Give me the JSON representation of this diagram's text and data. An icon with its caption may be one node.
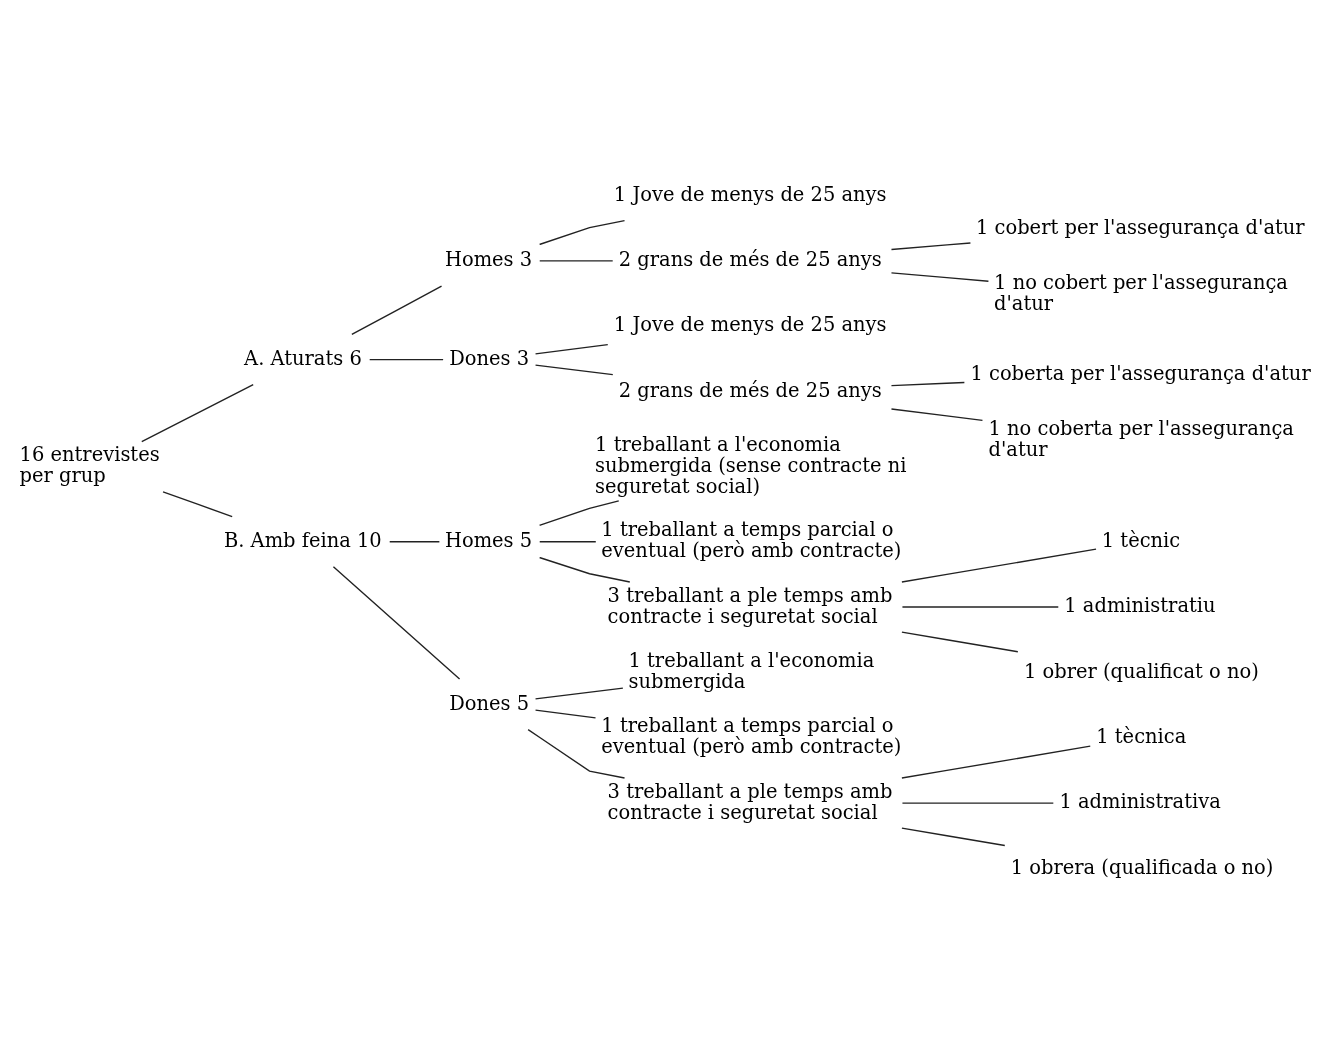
{
  "diagram": {
    "nodes": [
      {
        "text": [
          "16 entrevistes per grup"
        ]
      },
      {
        "text": [
          "A. Aturats 6"
        ]
      },
      {
        "text": [
          "Homes 3"
        ]
      },
      {
        "text": [
          "1 Jove de menys de 25 anys"
        ]
      },
      {
        "text": [
          "2 grans de més de 25 anys"
        ]
      },
      {
        "text": [
          "1 cobert per l'assegurança d'atur"
        ]
      },
      {
        "text": [
          "1 no cobert per l'assegurança d'atur"
        ]
      },
      {
        "text": [
          "Dones 3"
        ]
      },
      {
        "text": [
          "1 Jove de menys de 25 anys"
        ]
      },
      {
        "text": [
          "2 grans de més de 25 anys"
        ]
      },
      {
        "text": [
          "1 coberta per l'assegurança d'atur"
        ]
      },
      {
        "text": [
          "1 no coberta per l'assegurança d'atur"
        ]
      },
      {
        "text": [
          "B. Amb feina 10"
        ]
      },
      {
        "text": [
          "Homes 5"
        ]
      },
      {
        "text": [
          "1 treballant a l'economia submergida (sense contracte ni seguretat social)"
        ]
      },
      {
        "text": [
          "1 treballant a temps parcial o eventual (però amb contracte)"
        ]
      },
      {
        "text": [
          "3 treballant a ple temps amb contracte i seguretat social"
        ]
      },
      {
        "text": [
          "1 tècnic"
        ]
      },
      {
        "text": [
          "1 administratiu"
        ]
      },
      {
        "text": [
          "1 obrer (qualificat o no)"
        ]
      },
      {
        "text": [
          "Dones 5"
        ]
      },
      {
        "text": [
          "1 treballant a l'economia submergida"
        ]
      },
      {
        "text": [
          "1 treballant a temps parcial o eventual (però amb contracte)"
        ]
      },
      {
        "text": [
          "3 treballant a ple temps amb contracte i seguretat social"
        ]
      },
      {
        "text": [
          "1 tècnica"
        ]
      },
      {
        "text": [
          "1 administrativa"
        ]
      },
      {
        "text": [
          "1 obrera (qualificada o no)"
        ]
      }
    ],
    "edges": [
      {
        "from": 0,
        "to": 1,
        "arrow": "none"
      },
      {
        "from": 0,
        "to": 12,
        "arrow": "none"
      },
      {
        "from": 1,
        "to": 2,
        "arrow": "none"
      },
      {
        "from": 1,
        "to": 7,
        "arrow": "none"
      },
      {
        "from": 2,
        "to": 3,
        "arrow": "none"
      },
      {
        "from": 2,
        "to": 4,
        "arrow": "none"
      },
      {
        "from": 4,
        "to": 5,
        "arrow": "none"
      },
      {
        "from": 4,
        "to": 6,
        "arrow": "none"
      },
      {
        "from": 7,
        "to": 8,
        "arrow": "none"
      },
      {
        "from": 7,
        "to": 9,
        "arrow": "none"
      },
      {
        "from": 9,
        "to": 10,
        "arrow": "none"
      },
      {
        "from": 9,
        "to": 11,
        "arrow": "none"
      },
      {
        "from": 12,
        "to": 13,
        "arrow": "none"
      },
      {
        "from": 12,
        "to": 20,
        "arrow": "none"
      },
      {
        "from": 13,
        "to": 14,
        "arrow": "none"
      },
      {
        "from": 13,
        "to": 15,
        "arrow": "none"
      },
      {
        "from": 13,
        "to": 16,
        "arrow": "none"
      },
      {
        "from": 16,
        "to": 17,
        "arrow": "none"
      },
      {
        "from": 16,
        "to": 18,
        "arrow": "none"
      },
      {
        "from": 16,
        "to": 19,
        "arrow": "none"
      },
      {
        "from": 20,
        "to": 21,
        "arrow": "none"
      },
      {
        "from": 20,
        "to": 22,
        "arrow": "none"
      },
      {
        "from": 20,
        "to": 23,
        "arrow": "none"
      },
      {
        "from": 23,
        "to": 24,
        "arrow": "none"
      },
      {
        "from": 23,
        "to": 25,
        "arrow": "none"
      },
      {
        "from": 23,
        "to": 26,
        "arrow": "none"
      }
    ]
  }
}
